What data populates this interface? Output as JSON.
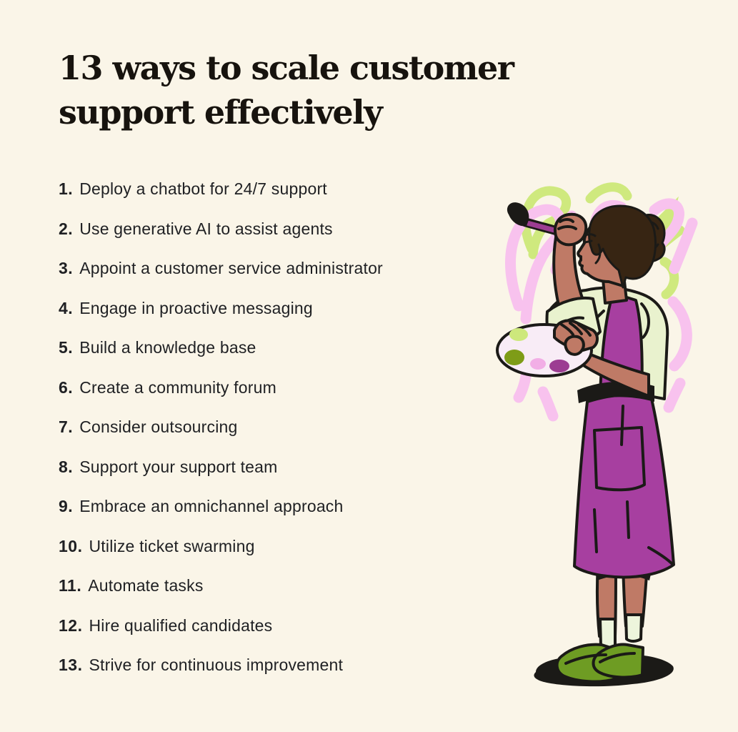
{
  "title": "13 ways to scale customer support effectively",
  "list": {
    "items": [
      {
        "number": "1.",
        "text": "Deploy a chatbot for 24/7 support"
      },
      {
        "number": "2.",
        "text": "Use generative AI to assist agents"
      },
      {
        "number": "3.",
        "text": "Appoint a customer service administrator"
      },
      {
        "number": "4.",
        "text": "Engage in proactive messaging"
      },
      {
        "number": "5.",
        "text": "Build a knowledge base"
      },
      {
        "number": "6.",
        "text": "Create a community forum"
      },
      {
        "number": "7.",
        "text": "Consider outsourcing"
      },
      {
        "number": "8.",
        "text": "Support your support team"
      },
      {
        "number": "9.",
        "text": "Embrace an omnichannel approach"
      },
      {
        "number": "10.",
        "text": "Utilize ticket swarming"
      },
      {
        "number": "11.",
        "text": "Automate tasks"
      },
      {
        "number": "12.",
        "text": "Hire qualified candidates"
      },
      {
        "number": "13.",
        "text": "Strive for continuous improvement"
      }
    ]
  },
  "illustration": {
    "label": "person-painting-illustration",
    "description": "Illustrated person in profile wearing a purple apron over a pale green shirt, painting with a raised brush and holding a paint palette, pink and green scribbles behind",
    "colors": {
      "bg": "#FAF5E8",
      "ink": "#1B1A17",
      "title": "#17130E",
      "text": "#1F2023",
      "pink": "#F8C2EE",
      "green": "#CFE97E",
      "skin": "#BF7A66",
      "hair": "#372513",
      "shirt": "#E9F2CE",
      "apron": "#A73FA0",
      "shoe": "#6E9C23",
      "sock": "#EDF5DC",
      "palette": "#F8ECF6",
      "paint-lightgreen": "#CDE87C",
      "paint-olive": "#7E9C17",
      "paint-pink": "#F2AEE6",
      "paint-magenta": "#9C3D92"
    }
  }
}
